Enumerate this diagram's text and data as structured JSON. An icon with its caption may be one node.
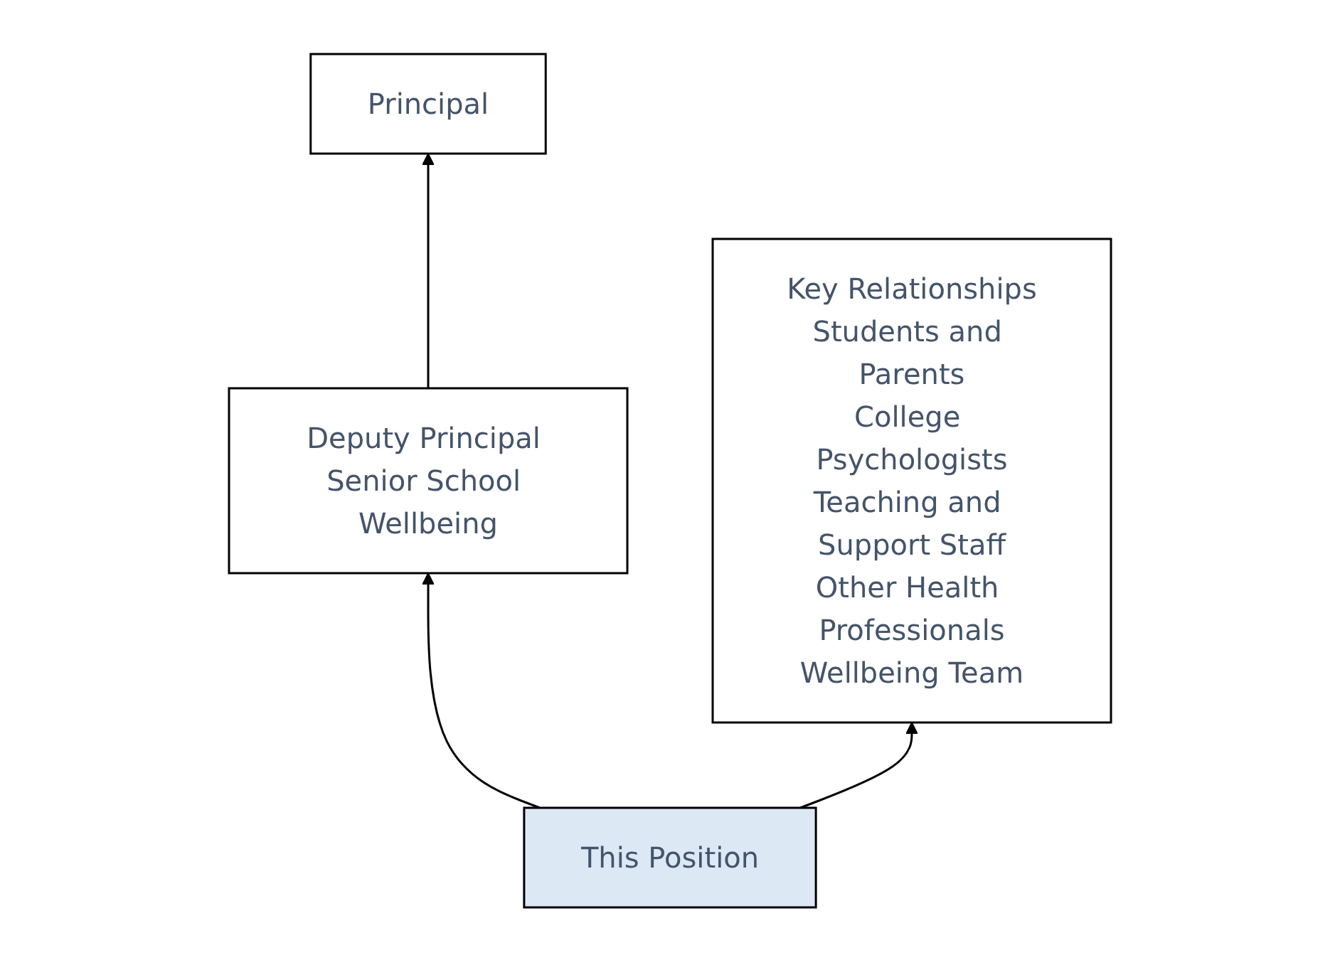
{
  "diagram": {
    "nodes": [
      {
        "text": [
          "Principal"
        ]
      },
      {
        "text": [
          "Deputy Principal Senior School Wellbeing"
        ]
      },
      {
        "text": [
          "This Position"
        ]
      },
      {
        "text": [
          "Key Relationships",
          "Students and Parents",
          "College Psychologists",
          "Teaching and Support Staff",
          "Other Health Professionals",
          "Wellbeing Team"
        ]
      }
    ],
    "edges": [
      {
        "from": 1,
        "to": 0,
        "arrow": "to"
      },
      {
        "from": 2,
        "to": 1,
        "arrow": "to"
      },
      {
        "from": 2,
        "to": 3,
        "arrow": "to"
      }
    ]
  }
}
